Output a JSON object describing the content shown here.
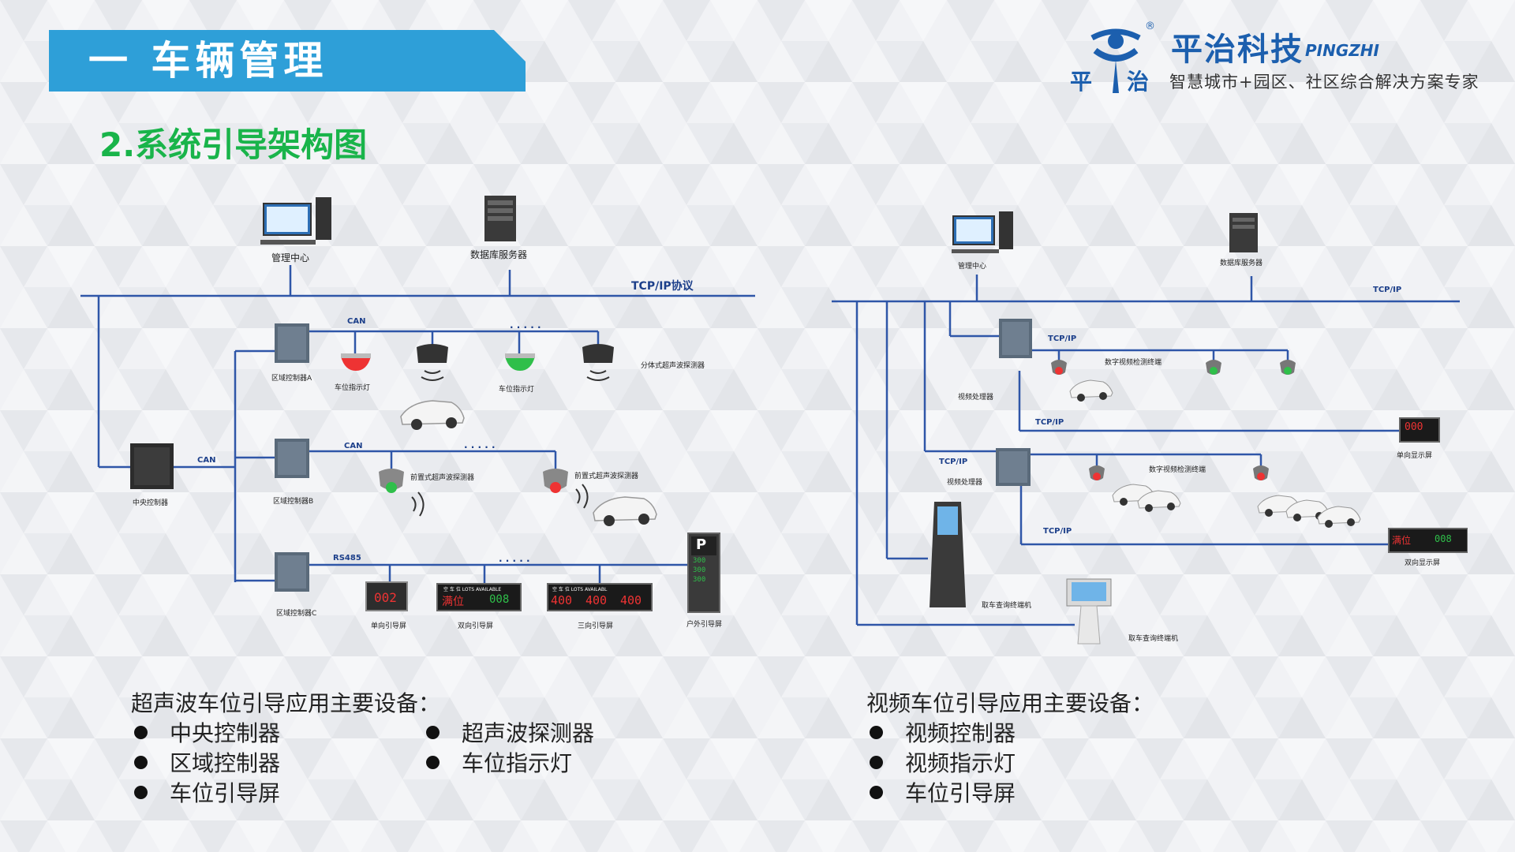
{
  "banner": {
    "title": "一 车辆管理"
  },
  "subtitle": "2.系统引导架构图",
  "logo": {
    "name": "平治科技",
    "pinyin": "PINGZHI",
    "slogan": "智慧城市+园区、社区综合解决方案专家",
    "char_left": "平",
    "char_right": "治",
    "registered": "®"
  },
  "left_diagram": {
    "management_center": "管理中心",
    "database_server": "数据库服务器",
    "network_label": "TCP/IP协议",
    "can_label_a": "CAN",
    "can_label_b": "CAN",
    "can_label_main": "CAN",
    "rs485_label": "RS485",
    "zone_controller_a": "区域控制器A",
    "zone_controller_b": "区域控制器B",
    "zone_controller_c": "区域控制器C",
    "central_controller": "中央控制器",
    "indicator_light_1": "车位指示灯",
    "indicator_light_2": "车位指示灯",
    "split_detector": "分体式超声波探测器",
    "front_detector_1": "前置式超声波探测器",
    "front_detector_2": "前置式超声波探测器",
    "single_guide_screen": "单向引导屏",
    "dual_guide_screen": "双向引导屏",
    "triple_guide_screen": "三向引导屏",
    "outdoor_guide_screen": "户外引导屏",
    "dots": "· · · · ·"
  },
  "right_diagram": {
    "management_center": "管理中心",
    "database_server": "数据库服务器",
    "network_label": "TCP/IP",
    "tcpip_1": "TCP/IP",
    "tcpip_2": "TCP/IP",
    "tcpip_3": "TCP/IP",
    "tcpip_4": "TCP/IP",
    "video_processor_1": "视频处理器",
    "video_processor_2": "视频处理器",
    "video_terminal_1": "数字视频检测终端",
    "video_terminal_2": "数字视频检测终端",
    "single_display": "单向显示屏",
    "dual_display": "双向显示屏",
    "kiosk_1": "取车查询终端机",
    "kiosk_2": "取车查询终端机"
  },
  "screens": {
    "single_value": "002",
    "dual_header": "空 车 位  LOTS AVAILABLE",
    "dual_left": "满位",
    "dual_right": "008",
    "triple_header": "空 车 位   LOTS   AVAILABL",
    "triple_values": [
      "400",
      "400",
      "400"
    ],
    "outdoor_letter": "P",
    "outdoor_values": [
      "300",
      "300",
      "300"
    ],
    "right_single_value": "000",
    "right_dual_left": "满位",
    "right_dual_right": "008"
  },
  "ultrasonic_list": {
    "title": "超声波车位引导应用主要设备：",
    "items": [
      "中央控制器",
      "区域控制器",
      "车位引导屏",
      "超声波探测器",
      "车位指示灯"
    ]
  },
  "video_list": {
    "title": "视频车位引导应用主要设备：",
    "items": [
      "视频控制器",
      "视频指示灯",
      "车位引导屏"
    ]
  },
  "colors": {
    "banner": "#2e9fd8",
    "subtitle": "#19b44a",
    "line": "#2f56a8",
    "brand": "#1c5fae"
  }
}
